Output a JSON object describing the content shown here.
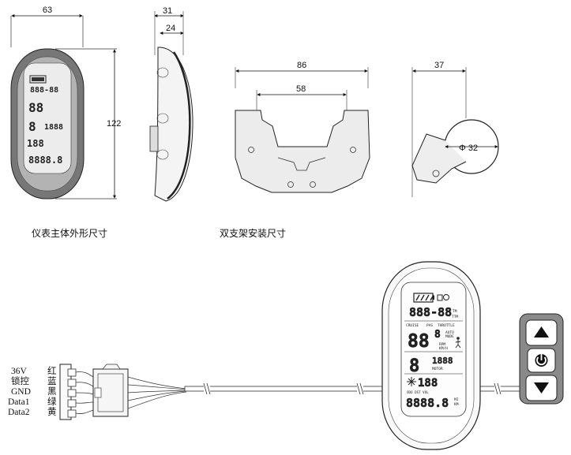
{
  "dims": {
    "width_63": "63",
    "height_122": "122",
    "depth_31": "31",
    "depth_24": "24",
    "bracket_86": "86",
    "bracket_58": "58",
    "clamp_37": "37",
    "clamp_diameter": "Φ 32"
  },
  "captions": {
    "main_body": "仪表主体外形尺寸",
    "bracket": "双支架安装尺寸"
  },
  "display": {
    "seg_top": "888-88",
    "seg_speed": "88",
    "seg_gear": "8",
    "seg_odo": "8888.8",
    "seg_mid": "1888",
    "seg_side": "188",
    "txt_cruise": "CRUISE",
    "txt_pas": "PAS",
    "txt_throttle": "THROTTLE",
    "txt_tm": "TM",
    "txt_ttm": "TTM",
    "txt_auto": "AUTO",
    "txt_mode": "MODE",
    "txt_rpm": "RPM",
    "txt_kmh": "KM/H",
    "txt_motor": "MOTOR",
    "txt_odo_dst_vol": "ODO DST VOL",
    "txt_mi": "MI",
    "txt_km": "KM"
  },
  "wires": [
    {
      "signal": "36V",
      "color": "红"
    },
    {
      "signal": "锁控",
      "color": "蓝"
    },
    {
      "signal": "GND",
      "color": "黑"
    },
    {
      "signal": "Data1",
      "color": "绿"
    },
    {
      "signal": "Data2",
      "color": "黄"
    }
  ],
  "remote": {
    "up_icon": "triangle-up",
    "power_icon": "power",
    "down_icon": "triangle-down"
  }
}
